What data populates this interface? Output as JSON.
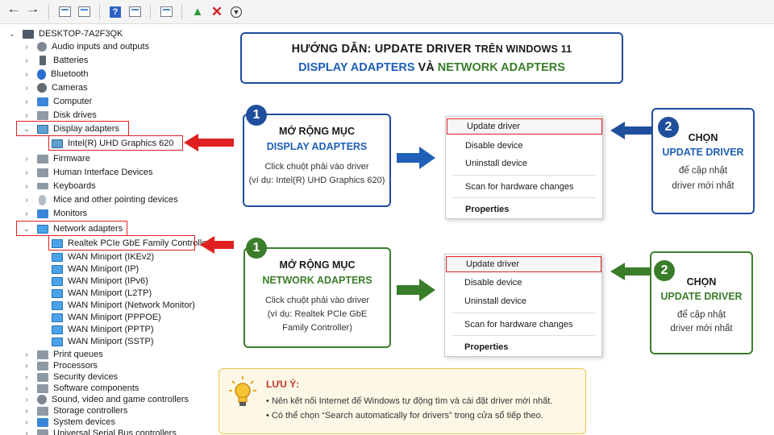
{
  "toolbar": {
    "buttons": [
      "back-icon",
      "forward-icon",
      "properties-icon",
      "update-icon",
      "help-icon",
      "display-icon",
      "print-icon",
      "scan-icon",
      "remove-icon",
      "download-icon"
    ]
  },
  "tree": {
    "root": "DESKTOP-7A2F3QK",
    "items": [
      {
        "label": "Audio inputs and outputs"
      },
      {
        "label": "Batteries"
      },
      {
        "label": "Bluetooth"
      },
      {
        "label": "Cameras"
      },
      {
        "label": "Computer"
      },
      {
        "label": "Disk drives"
      },
      {
        "label": "Display adapters"
      },
      {
        "label": "Intel(R) UHD Graphics 620"
      },
      {
        "label": "Firmware"
      },
      {
        "label": "Human Interface Devices"
      },
      {
        "label": "Keyboards"
      },
      {
        "label": "Mice and other pointing devices"
      },
      {
        "label": "Monitors"
      },
      {
        "label": "Network adapters"
      },
      {
        "label": "Realtek PCIe GbE Family Controller"
      },
      {
        "label": "WAN Miniport (IKEv2)"
      },
      {
        "label": "WAN Miniport (IP)"
      },
      {
        "label": "WAN Miniport (IPv6)"
      },
      {
        "label": "WAN Miniport (L2TP)"
      },
      {
        "label": "WAN Miniport (Network Monitor)"
      },
      {
        "label": "WAN Miniport (PPPOE)"
      },
      {
        "label": "WAN Miniport (PPTP)"
      },
      {
        "label": "WAN Miniport (SSTP)"
      },
      {
        "label": "Print queues"
      },
      {
        "label": "Processors"
      },
      {
        "label": "Security devices"
      },
      {
        "label": "Software components"
      },
      {
        "label": "Sound, video and game controllers"
      },
      {
        "label": "Storage controllers"
      },
      {
        "label": "System devices"
      },
      {
        "label": "Universal Serial Bus controllers"
      }
    ]
  },
  "title": {
    "line1_a": "HƯỚNG DẪN: UPDATE DRIVER",
    "line1_b": "TRÊN WINDOWS 11",
    "line2_a": "DISPLAY ADAPTERS",
    "line2_and": "VÀ",
    "line2_b": "NETWORK ADAPTERS"
  },
  "step_display": {
    "number": "1",
    "heading": "MỞ RỘNG MỤC",
    "target": "DISPLAY ADAPTERS",
    "desc1": "Click chuột phải vào driver",
    "desc2": "(ví dụ: Intel(R) UHD Graphics 620)"
  },
  "step_network": {
    "number": "1",
    "heading": "MỞ RỘNG MỤC",
    "target": "NETWORK ADAPTERS",
    "desc1": "Click chuột phải vào driver",
    "desc2": "(ví dụ: Realtek PCIe GbE",
    "desc3": "Family Controller)"
  },
  "menu": {
    "update": "Update driver",
    "disable": "Disable device",
    "uninstall": "Uninstall device",
    "scan": "Scan for hardware changes",
    "properties": "Properties"
  },
  "choose_display": {
    "number": "2",
    "heading": "CHỌN",
    "target": "UPDATE DRIVER",
    "desc1": "để cập nhật",
    "desc2": "driver mới nhất"
  },
  "choose_network": {
    "number": "2",
    "heading": "CHỌN",
    "target": "UPDATE DRIVER",
    "desc1": "để cập nhật",
    "desc2": "driver mới nhất"
  },
  "note": {
    "title": "LƯU Ý:",
    "line1": "• Nên kết nối Internet để Windows tự động tìm và cài đặt driver mới nhất.",
    "line2": "• Có thể chọn “Search automatically for drivers” trong cửa sổ tiếp theo."
  },
  "colors": {
    "navy": "#1f4e9c",
    "blue": "#1f5fb8",
    "green": "#3a7d2a",
    "red": "#e02020",
    "note_bg": "#fdf8e6",
    "note_border": "#f0c34c"
  }
}
